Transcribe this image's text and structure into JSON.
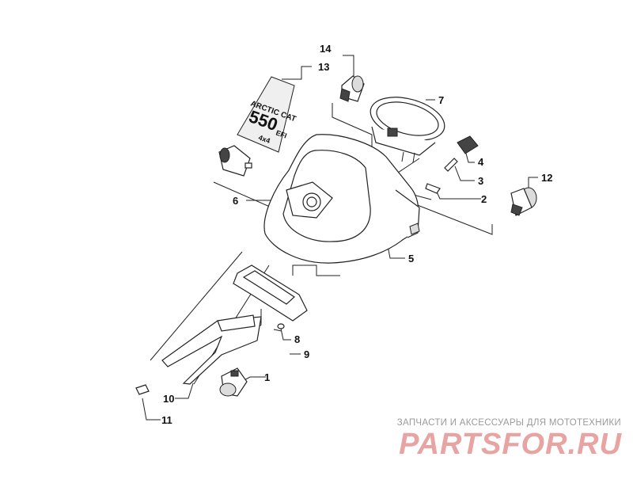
{
  "callouts": {
    "c1": "1",
    "c2": "2",
    "c3": "3",
    "c4": "4",
    "c5": "5",
    "c6": "6",
    "c7": "7",
    "c8": "8",
    "c9": "9",
    "c10": "10",
    "c11": "11",
    "c12": "12",
    "c13": "13",
    "c14": "14"
  },
  "decal": {
    "brand": "ARCTIC CAT",
    "model": "550",
    "suffix": "EFI",
    "drive": "4x4"
  },
  "watermark": {
    "tagline": "ЗАПЧАСТИ И АКСЕССУАРЫ ДЛЯ МОТОТЕХНИКИ",
    "logo": "PARTSFOR.RU",
    "color": "#e8a3a3"
  }
}
